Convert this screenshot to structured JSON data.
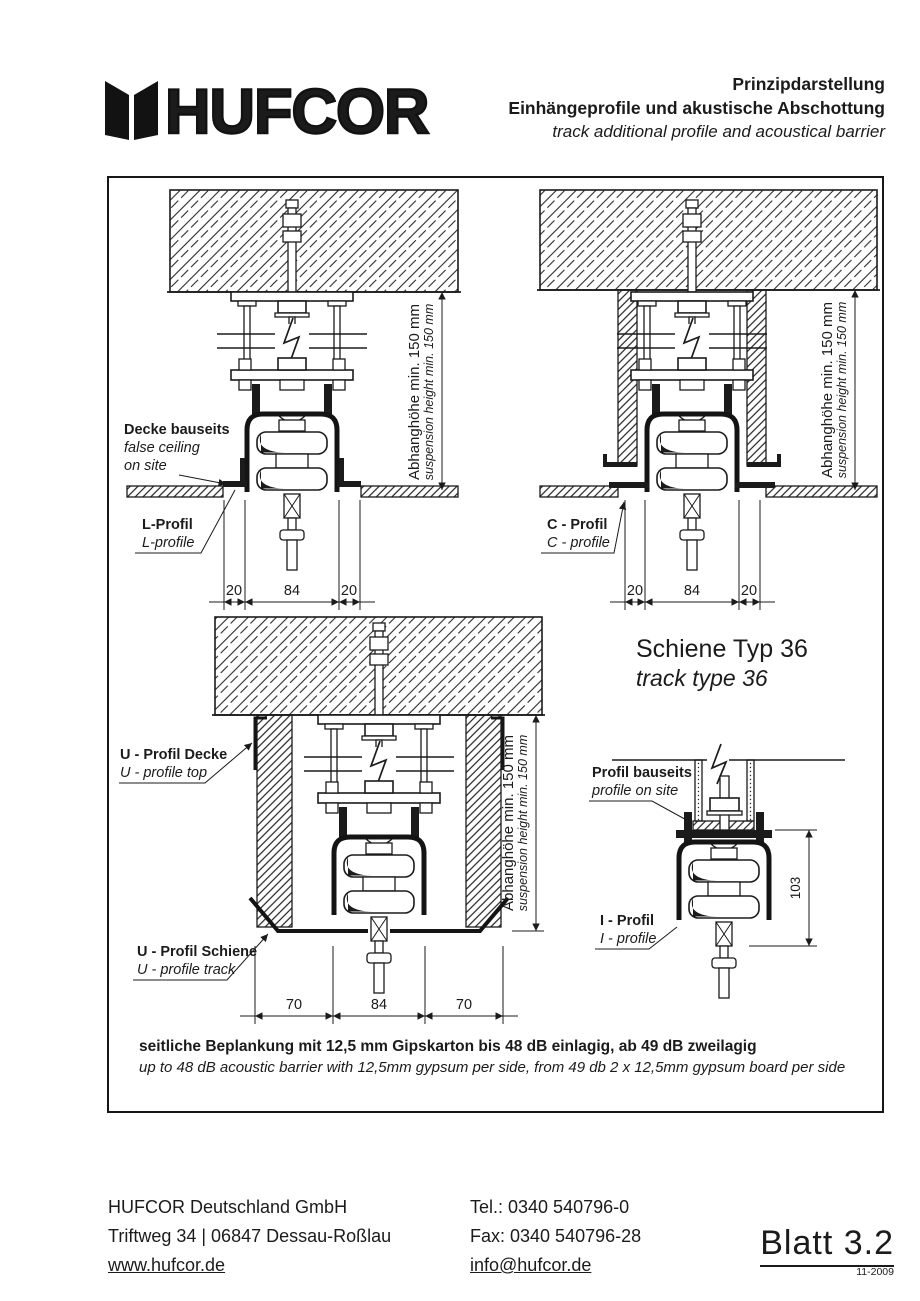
{
  "colors": {
    "ink": "#1b1b1b",
    "paper": "#ffffff"
  },
  "header": {
    "logo_text": "HUFCOR",
    "title_line1": "Prinzipdarstellung",
    "title_line2": "Einhängeprofile und akustische Abschottung",
    "title_line3": "track additional profile and acoustical barrier"
  },
  "diagram_l": {
    "label_ceiling_bold": "Decke bauseits",
    "label_ceiling_it1": "false ceiling",
    "label_ceiling_it2": "on site",
    "label_profile_bold": "L-Profil",
    "label_profile_italic": "L-profile",
    "dims": [
      "20",
      "84",
      "20"
    ],
    "dim_height_de": "Abhanghöhe min. 150 mm",
    "dim_height_en": "suspension height min. 150 mm"
  },
  "diagram_c": {
    "label_profile_bold": "C - Profil",
    "label_profile_italic": "C - profile",
    "dims": [
      "20",
      "84",
      "20"
    ],
    "dim_height_de": "Abhanghöhe min. 150 mm",
    "dim_height_en": "suspension height min. 150 mm"
  },
  "diagram_u": {
    "label_top_bold": "U - Profil Decke",
    "label_top_italic": "U - profile top",
    "label_track_bold": "U - Profil Schiene",
    "label_track_italic": "U - profile track",
    "dims": [
      "70",
      "84",
      "70"
    ],
    "dim_height_de": "Abhanghöhe min. 150 mm",
    "dim_height_en": "suspension height min. 150 mm"
  },
  "diagram_i": {
    "title_de": "Schiene Typ 36",
    "title_en": "track type 36",
    "label_site_bold": "Profil bauseits",
    "label_site_italic": "profile on site",
    "label_profile_bold": "I - Profil",
    "label_profile_italic": "I - profile",
    "dim_height": "103"
  },
  "note": {
    "line_de": "seitliche Beplankung mit 12,5 mm Gipskarton bis 48 dB einlagig,  ab 49 dB zweilagig",
    "line_en": "up to 48 dB acoustic barrier with 12,5mm gypsum per side, from 49 db 2 x 12,5mm gypsum board per side"
  },
  "footer": {
    "company": "HUFCOR Deutschland GmbH",
    "address": "Triftweg 34 | 06847 Dessau-Roßlau",
    "website": "www.hufcor.de",
    "tel": "Tel.:  0340 540796-0",
    "fax": "Fax:  0340 540796-28",
    "email": "info@hufcor.de",
    "sheet": "Blatt 3.2",
    "date": "11-2009"
  }
}
